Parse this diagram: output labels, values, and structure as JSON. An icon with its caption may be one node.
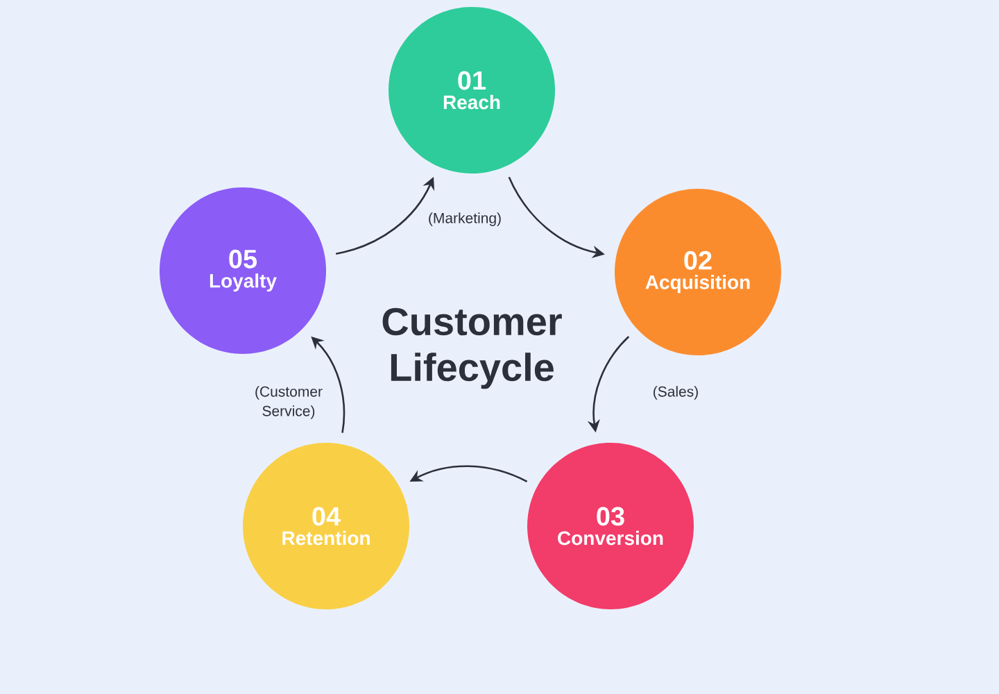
{
  "diagram": {
    "title": "Customer Lifecycle",
    "nodes": [
      {
        "text": [
          "01",
          "Reach"
        ]
      },
      {
        "text": [
          "02",
          "Acquisition"
        ]
      },
      {
        "text": [
          "03",
          "Conversion"
        ]
      },
      {
        "text": [
          "04",
          "Retention"
        ]
      },
      {
        "text": [
          "05",
          "Loyalty"
        ]
      }
    ],
    "edges": [
      {
        "from": 0,
        "to": 1,
        "arrow": "to"
      },
      {
        "from": 1,
        "to": 2,
        "arrow": "to"
      },
      {
        "from": 2,
        "to": 3,
        "arrow": "to"
      },
      {
        "from": 3,
        "to": 4,
        "arrow": "to"
      },
      {
        "from": 4,
        "to": 0,
        "arrow": "to"
      }
    ],
    "labels": [
      "(Marketing)",
      "(Sales)",
      "(Customer Service)"
    ]
  }
}
